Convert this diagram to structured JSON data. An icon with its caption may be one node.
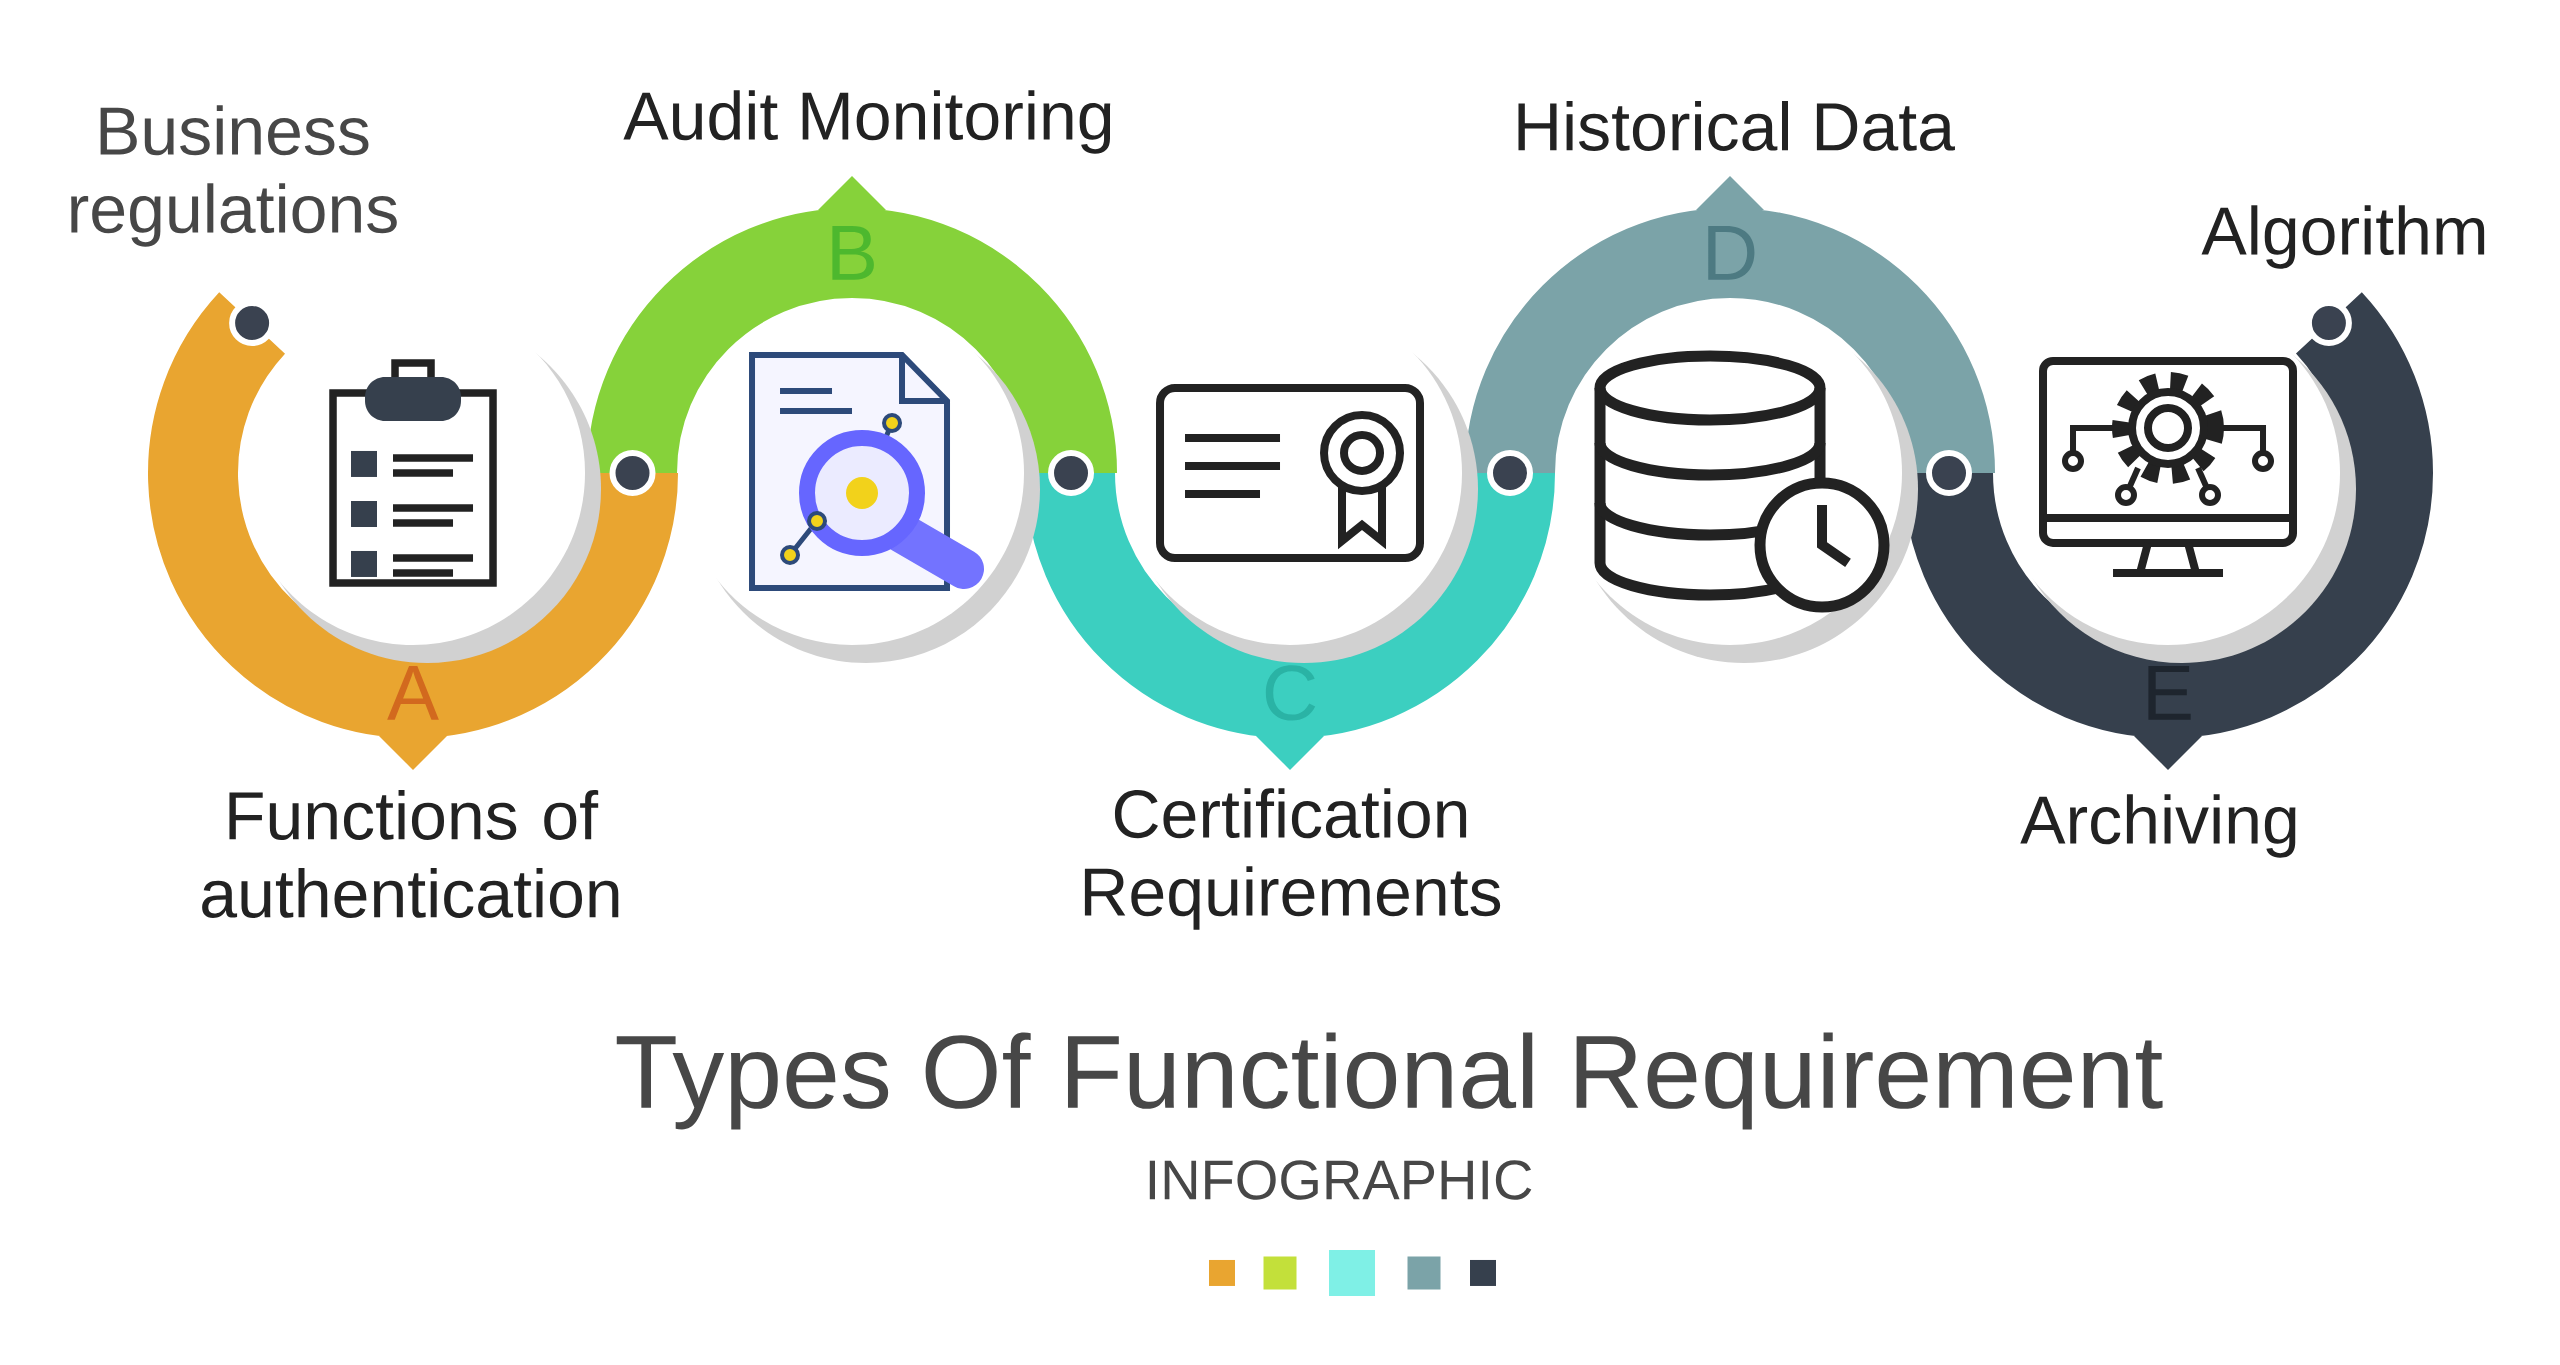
{
  "diagram": {
    "title": "Types Of Functional Requirement",
    "nodes": [
      {
        "text": [
          "A"
        ]
      },
      {
        "text": [
          "B"
        ]
      },
      {
        "text": [
          "C"
        ]
      },
      {
        "text": [
          "D"
        ]
      },
      {
        "text": [
          "E"
        ]
      }
    ],
    "labels": [
      "Business regulations",
      "Audit Monitoring",
      "Historical Data",
      "Algorithm",
      "Functions of authentication",
      "Certification Requirements",
      "Archiving",
      "INFOGRAPHIC"
    ]
  }
}
